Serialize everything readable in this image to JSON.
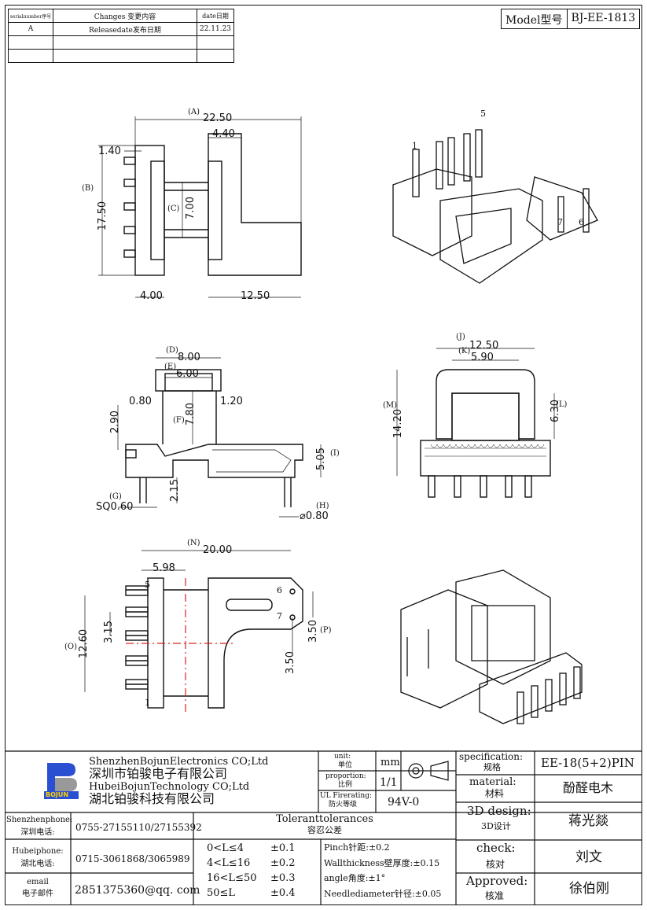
{
  "revision_table": {
    "headers": {
      "serial": "serialnumber序号",
      "changes": "Changes 变更内容",
      "date": "date日期"
    },
    "rows": [
      {
        "serial": "A",
        "changes": "Releasedate发布日期",
        "date": "22.11.23"
      },
      {
        "serial": "",
        "changes": "",
        "date": ""
      },
      {
        "serial": "",
        "changes": "",
        "date": ""
      }
    ]
  },
  "model": {
    "label": "Model型号",
    "value": "BJ-EE-1813"
  },
  "top_view": {
    "dims": {
      "A_label": "(A)",
      "A": "22.50",
      "left_top": "1.40",
      "right_top": "4.40",
      "B_label": "(B)",
      "B": "17.50",
      "C_label": "(C)",
      "C": "7.00",
      "bottom_left": "4.00",
      "bottom_right": "12.50"
    }
  },
  "iso_top": {
    "pins": [
      "1",
      "5",
      "7",
      "6"
    ]
  },
  "front_view": {
    "dims": {
      "D_label": "(D)",
      "D": "8.00",
      "E_label": "(E)",
      "E": "6.00",
      "left_wall": "0.80",
      "right_wall": "1.20",
      "F_label": "(F)",
      "F": "7.80",
      "top_left": "2.90",
      "I_label": "(I)",
      "I": "5.05",
      "pin_len": "2.15",
      "G_label": "(G)",
      "G": "SQ0.60",
      "H_label": "(H)",
      "H": "⌀0.80"
    }
  },
  "side_view": {
    "dims": {
      "J_label": "(J)",
      "J": "12.50",
      "K_label": "(K)",
      "K": "5.90",
      "M_label": "(M)",
      "M": "14.20",
      "L_label": "(L)",
      "L": "6.30"
    }
  },
  "bottom_view": {
    "dims": {
      "N_label": "(N)",
      "N": "20.00",
      "pitch_x": "5.98",
      "O_label": "(O)",
      "O": "12.60",
      "pitch": "3.15",
      "P_label": "(P)",
      "P": "3.50",
      "pin_gap": "3.50"
    },
    "pins": [
      "5",
      "1",
      "6",
      "7"
    ]
  },
  "title_block": {
    "company_cn_en1": "ShenzhenBojunElectronics CO;Ltd",
    "company_cn1": "深圳市铂骏电子有限公司",
    "company_en2": "HubeiBojunTechnology CO;Ltd",
    "company_cn2": "湖北铂骏科技有限公司",
    "logo_text": "BOJUN",
    "unit_label": "unit:",
    "unit_label_cn": "单位",
    "unit_value": "mm",
    "proportion_label": "proportion:",
    "proportion_label_cn": "比例",
    "proportion_value": "1/1",
    "ul_label": "UL Firerating:",
    "ul_label_cn": "防火等级",
    "ul_value": "94V-0",
    "spec_label": "specification:",
    "spec_label_cn": "规格",
    "spec_value": "EE-18(5+2)PIN",
    "material_label": "material:",
    "material_label_cn": "材料",
    "material_value": "酚醛电木",
    "design_label": "3D design:",
    "design_label_cn": "3D设计",
    "design_value": "蒋光燚",
    "check_label": "check:",
    "check_label_cn": "核对",
    "check_value": "刘文",
    "approved_label": "Approved:",
    "approved_label_cn": "核准",
    "approved_value": "徐伯刚",
    "contacts": [
      {
        "label_en": "Shenzhenphone:",
        "label_cn": "深圳电话:",
        "value": "0755-27155110/27155392"
      },
      {
        "label_en": "Hubeiphone:",
        "label_cn": "湖北电话:",
        "value": "0715-3061868/3065989"
      },
      {
        "label_en": "email",
        "label_cn": "电子邮件",
        "value": "2851375360@qq. com"
      }
    ],
    "tolerance_title": "Toleranttolerances",
    "tolerance_title_cn": "容忍公差",
    "tolerances": [
      {
        "range": "0<L≤4",
        "value": "±0.1"
      },
      {
        "range": "4<L≤16",
        "value": "±0.2"
      },
      {
        "range": "16<L≤50",
        "value": "±0.3"
      },
      {
        "range": "50≤L",
        "value": "±0.4"
      }
    ],
    "other_tolerances": [
      "Pinch针距:±0.2",
      "Wallthickness壁厚度:±0.15",
      "angle角度:±1°",
      "Needlediameter针径:±0.05"
    ]
  }
}
